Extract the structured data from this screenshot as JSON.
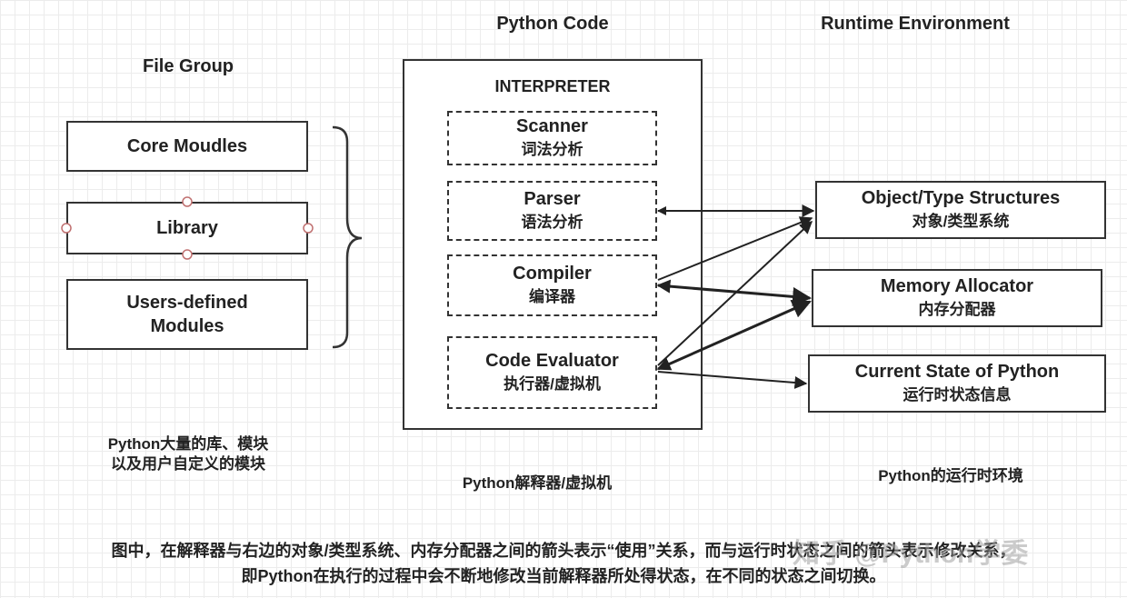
{
  "headings": {
    "file_group": "File Group",
    "python_code": "Python Code",
    "runtime_env": "Runtime Environment"
  },
  "file_group": {
    "core": "Core Moudles",
    "library": "Library",
    "users_line1": "Users-defined",
    "users_line2": "Modules"
  },
  "interpreter": {
    "title": "INTERPRETER",
    "scanner": {
      "en": "Scanner",
      "zh": "词法分析"
    },
    "parser": {
      "en": "Parser",
      "zh": "语法分析"
    },
    "compiler": {
      "en": "Compiler",
      "zh": "编译器"
    },
    "evaluator": {
      "en": "Code Evaluator",
      "zh": "执行器/虚拟机"
    }
  },
  "runtime": {
    "object": {
      "en": "Object/Type Structures",
      "zh": "对象/类型系统"
    },
    "memory": {
      "en": "Memory Allocator",
      "zh": "内存分配器"
    },
    "state": {
      "en": "Current State of Python",
      "zh": "运行时状态信息"
    }
  },
  "captions": {
    "file_group_line1": "Python大量的库、模块",
    "file_group_line2": "以及用户自定义的模块",
    "interpreter": "Python解释器/虚拟机",
    "runtime": "Python的运行时环境"
  },
  "note": {
    "line1": "图中，在解释器与右边的对象/类型系统、内存分配器之间的箭头表示“使用”关系，而与运行时状态之间的箭头表示修改关系，",
    "line2": "即Python在执行的过程中会不断地修改当前解释器所处得状态，在不同的状态之间切换。"
  },
  "watermark": "知乎 @Python学委"
}
